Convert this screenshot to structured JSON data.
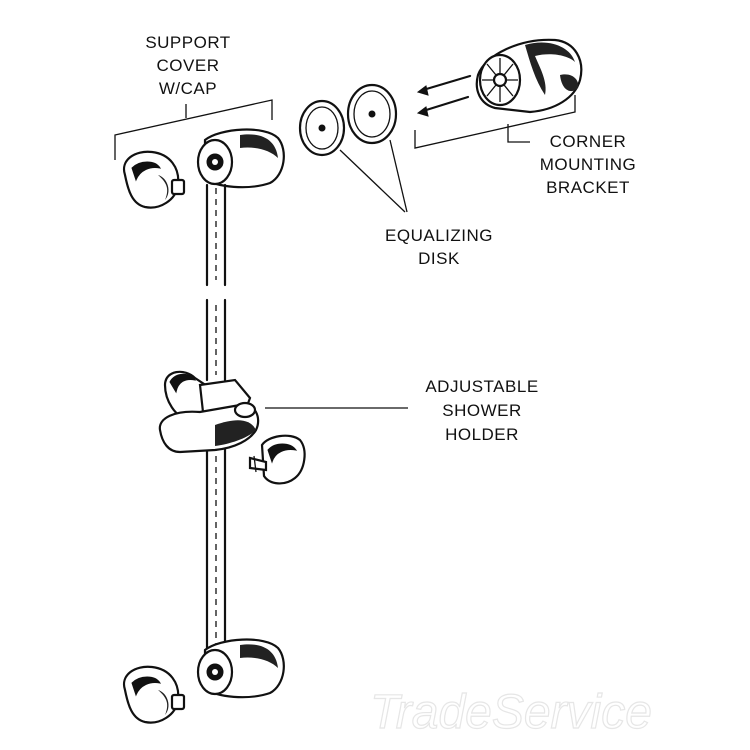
{
  "labels": {
    "support_cover": [
      "SUPPORT",
      "COVER",
      "W/CAP"
    ],
    "corner_bracket": [
      "CORNER",
      "MOUNTING",
      "BRACKET"
    ],
    "equalizing_disk": [
      "EQUALIZING",
      "DISK"
    ],
    "shower_holder": [
      "ADJUSTABLE",
      "SHOWER",
      "HOLDER"
    ]
  },
  "watermark": "TradeService"
}
